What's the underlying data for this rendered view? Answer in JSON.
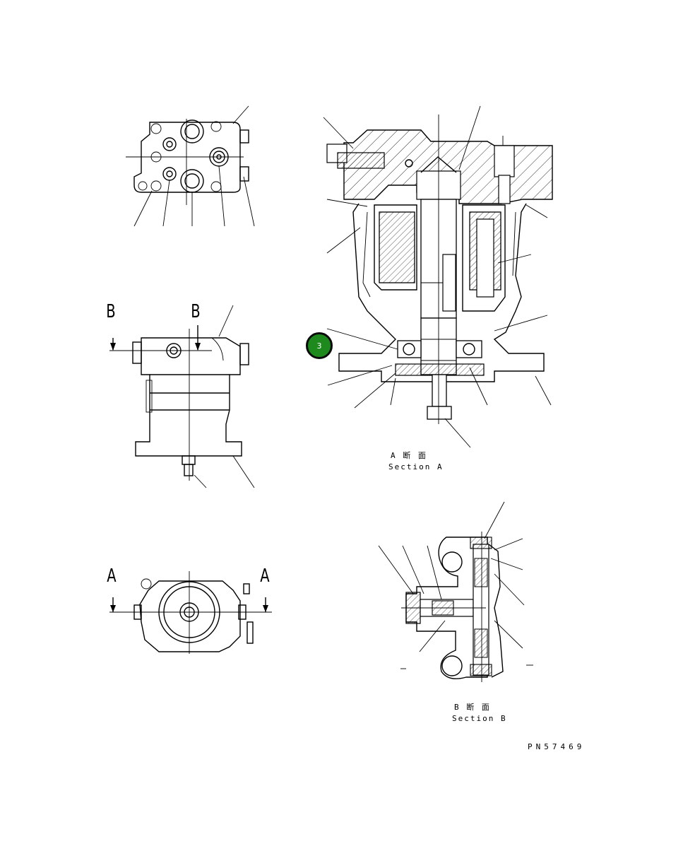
{
  "sections": {
    "a_jp": "A 断 面",
    "a_en": "Section A",
    "b_jp": "B 断 面",
    "b_en": "Section B"
  },
  "view_letters": {
    "b_left": "B",
    "b_right": "B",
    "a_left": "A",
    "a_right": "A"
  },
  "callout": {
    "number": "3",
    "color": "#1e8a1e"
  },
  "part_number": "PN57469"
}
